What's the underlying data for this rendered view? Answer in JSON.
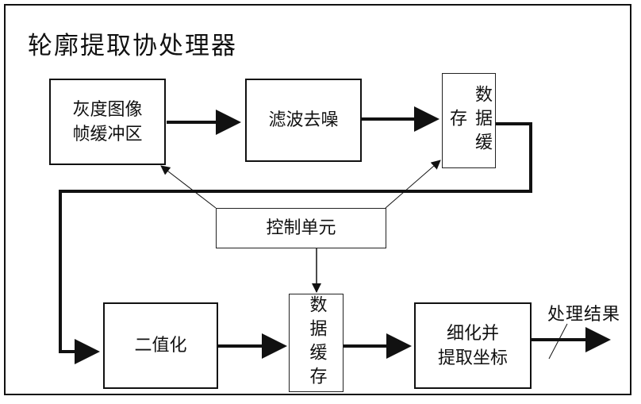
{
  "title": "轮廓提取协处理器",
  "blocks": {
    "frame_buffer": "灰度图像\n帧缓冲区",
    "filter": "滤波去噪",
    "data_cache_top": "数据缓存",
    "control": "控制单元",
    "binarize": "二值化",
    "data_cache_bottom": "数据缓存",
    "thinning": "细化并\n提取坐标"
  },
  "output_label": "处理结果"
}
